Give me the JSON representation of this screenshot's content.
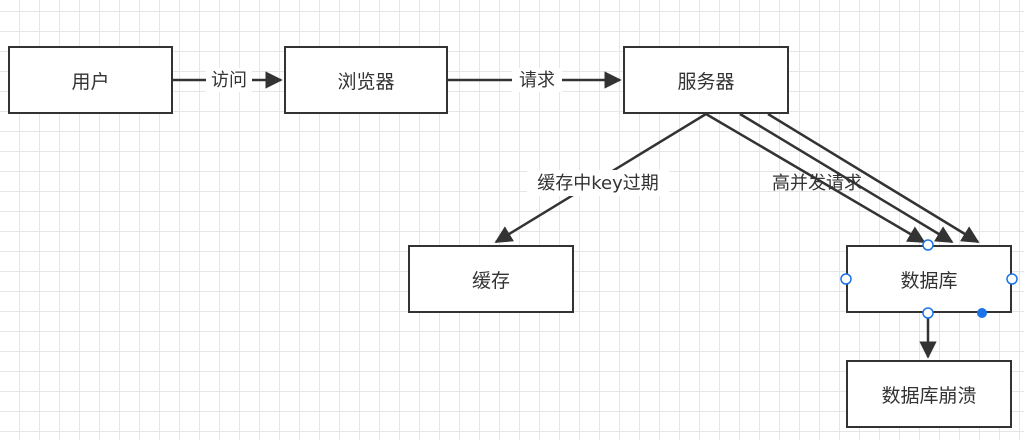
{
  "nodes": {
    "user": "用户",
    "browser": "浏览器",
    "server": "服务器",
    "cache": "缓存",
    "database": "数据库",
    "database_crash": "数据库崩溃"
  },
  "edges": {
    "user_to_browser": "访问",
    "browser_to_server": "请求",
    "server_to_cache": "缓存中key过期",
    "server_to_database": "高并发请求"
  },
  "colors": {
    "stroke": "#333333",
    "grid": "#e6e6e6",
    "selection_handle": "#1a73e8"
  }
}
